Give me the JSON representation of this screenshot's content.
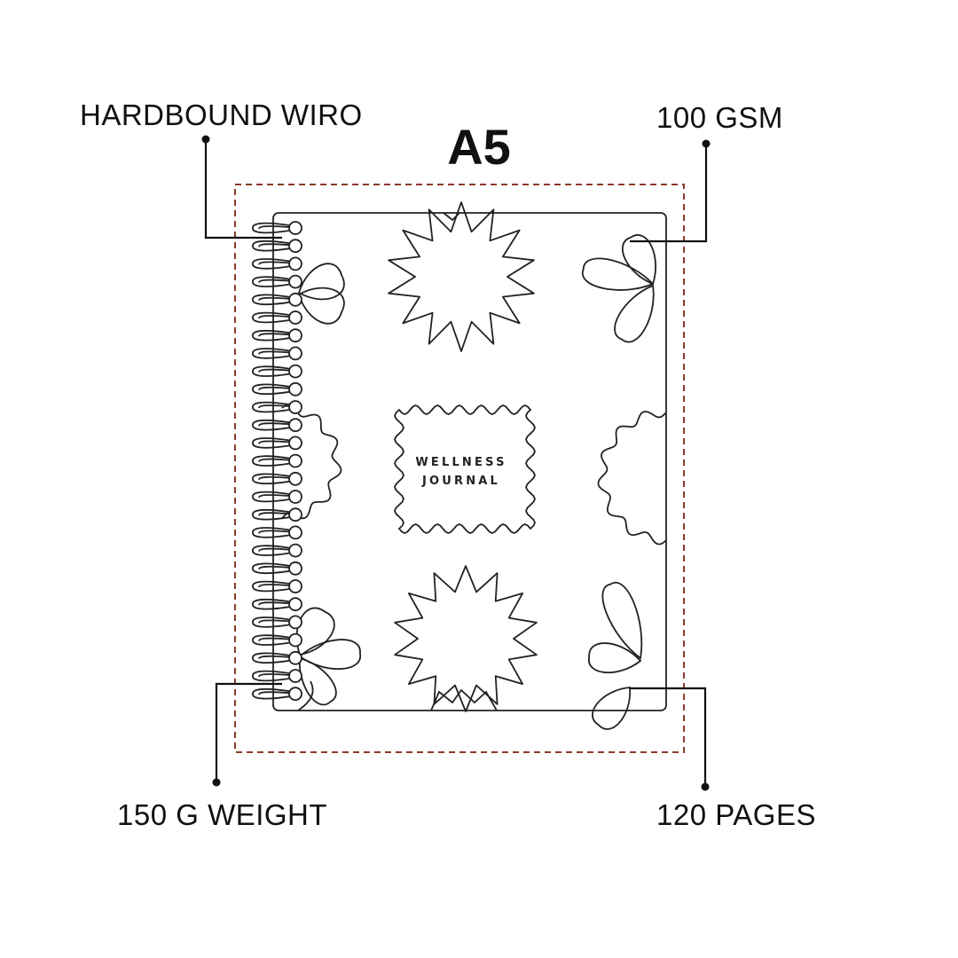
{
  "title": "A5",
  "callouts": {
    "binding": "HARDBOUND WIRO",
    "paper": "100 GSM",
    "weight": "150 G WEIGHT",
    "pages": "120 PAGES"
  },
  "cover": {
    "line1": "WELLNESS",
    "line2": "JOURNAL"
  },
  "colors": {
    "dashed_border": "#8b3a2a",
    "ink": "#111111"
  }
}
